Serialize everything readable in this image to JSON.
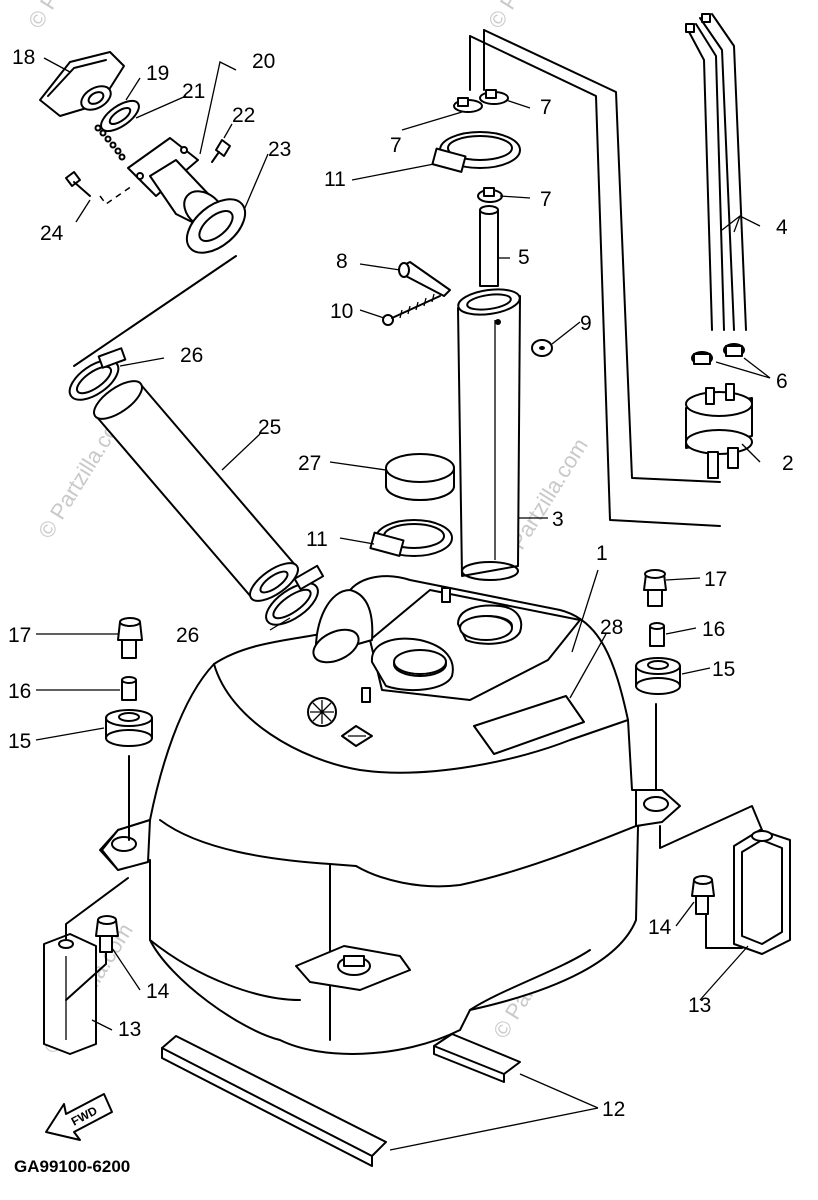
{
  "diagram_code": "GA99100-6200",
  "fwd_arrow_label": "FWD",
  "watermark": "© Partzilla.com",
  "callouts": {
    "c1": "1",
    "c2": "2",
    "c3": "3",
    "c4": "4",
    "c5": "5",
    "c6": "6",
    "c7a": "7",
    "c7b": "7",
    "c7c": "7",
    "c8": "8",
    "c9": "9",
    "c10": "10",
    "c11a": "11",
    "c11b": "11",
    "c12": "12",
    "c13a": "13",
    "c13b": "13",
    "c14a": "14",
    "c14b": "14",
    "c15a": "15",
    "c15b": "15",
    "c16a": "16",
    "c16b": "16",
    "c17a": "17",
    "c17b": "17",
    "c18": "18",
    "c19": "19",
    "c20": "20",
    "c21": "21",
    "c22": "22",
    "c23": "23",
    "c24": "24",
    "c25": "25",
    "c26a": "26",
    "c26b": "26",
    "c27": "27",
    "c28": "28"
  }
}
